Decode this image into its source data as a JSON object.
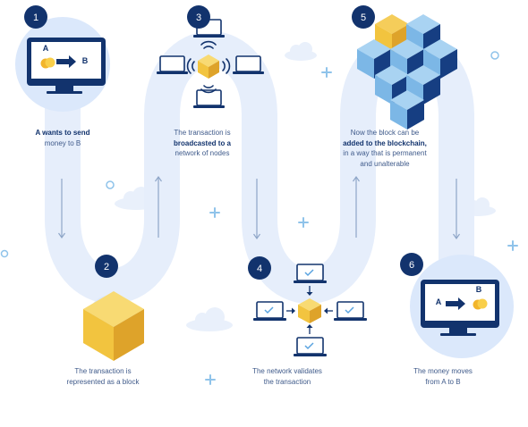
{
  "steps": [
    {
      "number": "1",
      "lines": [
        {
          "bold": "A wants to send",
          "text": ""
        },
        {
          "bold": "",
          "text": "money to B"
        }
      ]
    },
    {
      "number": "2",
      "lines": [
        {
          "bold": "",
          "text": "The transaction is"
        },
        {
          "bold": "",
          "text": "represented as a block"
        }
      ]
    },
    {
      "number": "3",
      "lines": [
        {
          "bold": "",
          "text": "The transaction is"
        },
        {
          "bold": "broadcasted to a",
          "text": ""
        },
        {
          "bold": "",
          "text": "network of nodes"
        }
      ]
    },
    {
      "number": "4",
      "lines": [
        {
          "bold": "",
          "text": "The network validates"
        },
        {
          "bold": "",
          "text": "the transaction"
        }
      ]
    },
    {
      "number": "5",
      "lines": [
        {
          "bold": "",
          "text": "Now the block can be"
        },
        {
          "bold": "added to the blockchain,",
          "text": ""
        },
        {
          "bold": "",
          "text": "in a way that is permanent"
        },
        {
          "bold": "",
          "text": "and unalterable"
        }
      ]
    },
    {
      "number": "6",
      "lines": [
        {
          "bold": "",
          "text": "The money moves"
        },
        {
          "bold": "",
          "text": "from A to B"
        }
      ]
    }
  ],
  "sender_label": "A",
  "receiver_label": "B",
  "colors": {
    "navy": "#12336d",
    "track": "#e6eefb",
    "circle_fill": "#dbe8fb",
    "gold": "#f5cd5a",
    "cube_blue_top": "#a9d3f2",
    "cube_blue_left": "#7cb7e6",
    "cube_blue_right": "#163e82",
    "text": "#3f5a8a"
  }
}
